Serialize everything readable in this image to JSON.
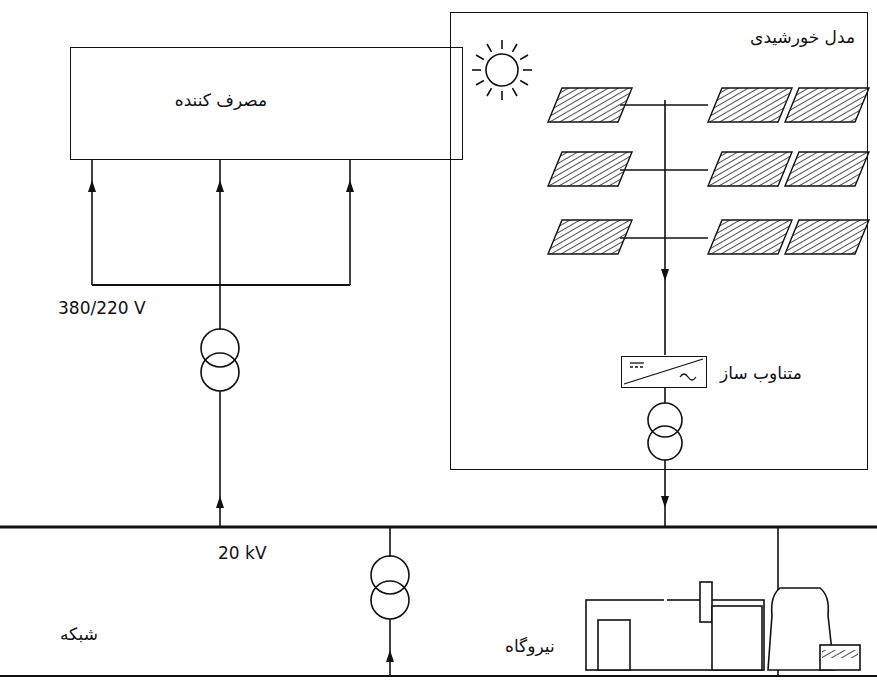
{
  "diagram": {
    "nodes": [
      {
        "text": [
          "مصرف کننده"
        ]
      },
      {
        "text": [
          "مدل خورشیدی"
        ]
      },
      {
        "text": [
          "متناوب ساز"
        ],
        "in": 1
      }
    ],
    "labels": [
      "380/220 V",
      "20 kV",
      "شبکه",
      "نیروگاه"
    ]
  }
}
